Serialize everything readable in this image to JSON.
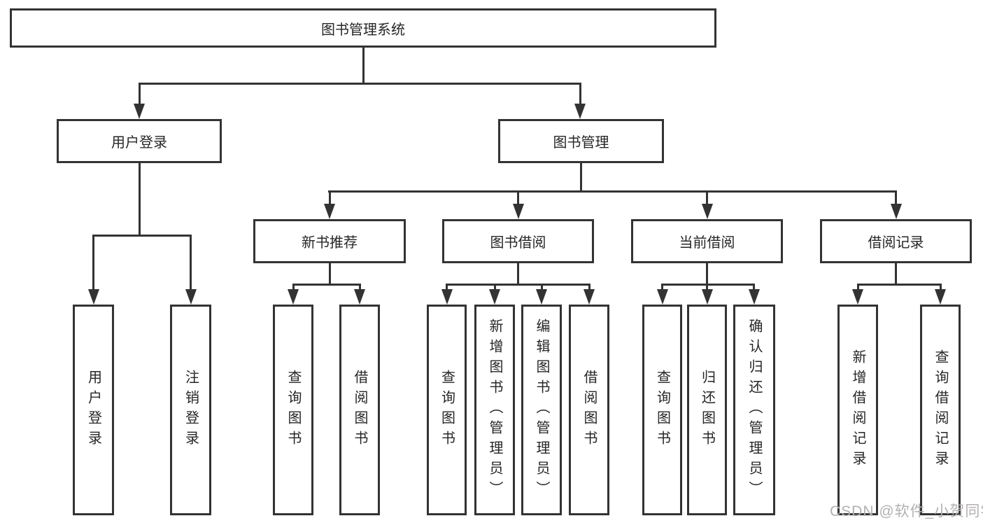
{
  "root": {
    "label": "图书管理系统"
  },
  "level2": {
    "user_login": {
      "label": "用户登录"
    },
    "book_mgmt": {
      "label": "图书管理"
    }
  },
  "level3": {
    "new_books": {
      "label": "新书推荐"
    },
    "borrow": {
      "label": "图书借阅"
    },
    "current": {
      "label": "当前借阅"
    },
    "records": {
      "label": "借阅记录"
    }
  },
  "leaves": {
    "user_login": [
      "用户登录",
      "注销登录"
    ],
    "new_books": [
      "查询图书",
      "借阅图书"
    ],
    "borrow": [
      "查询图书",
      "新增图书（管理员）",
      "编辑图书（管理员）",
      "借阅图书"
    ],
    "current": [
      "查询图书",
      "归还图书",
      "确认归还（管理员）"
    ],
    "records": [
      "新增借阅记录",
      "查询借阅记录"
    ]
  },
  "watermark": {
    "text": "CSDN @软件_小贺同学"
  },
  "colors": {
    "line": "#333333",
    "text": "#262626",
    "watermark": "#b3b0b0",
    "background": "#ffffff"
  }
}
